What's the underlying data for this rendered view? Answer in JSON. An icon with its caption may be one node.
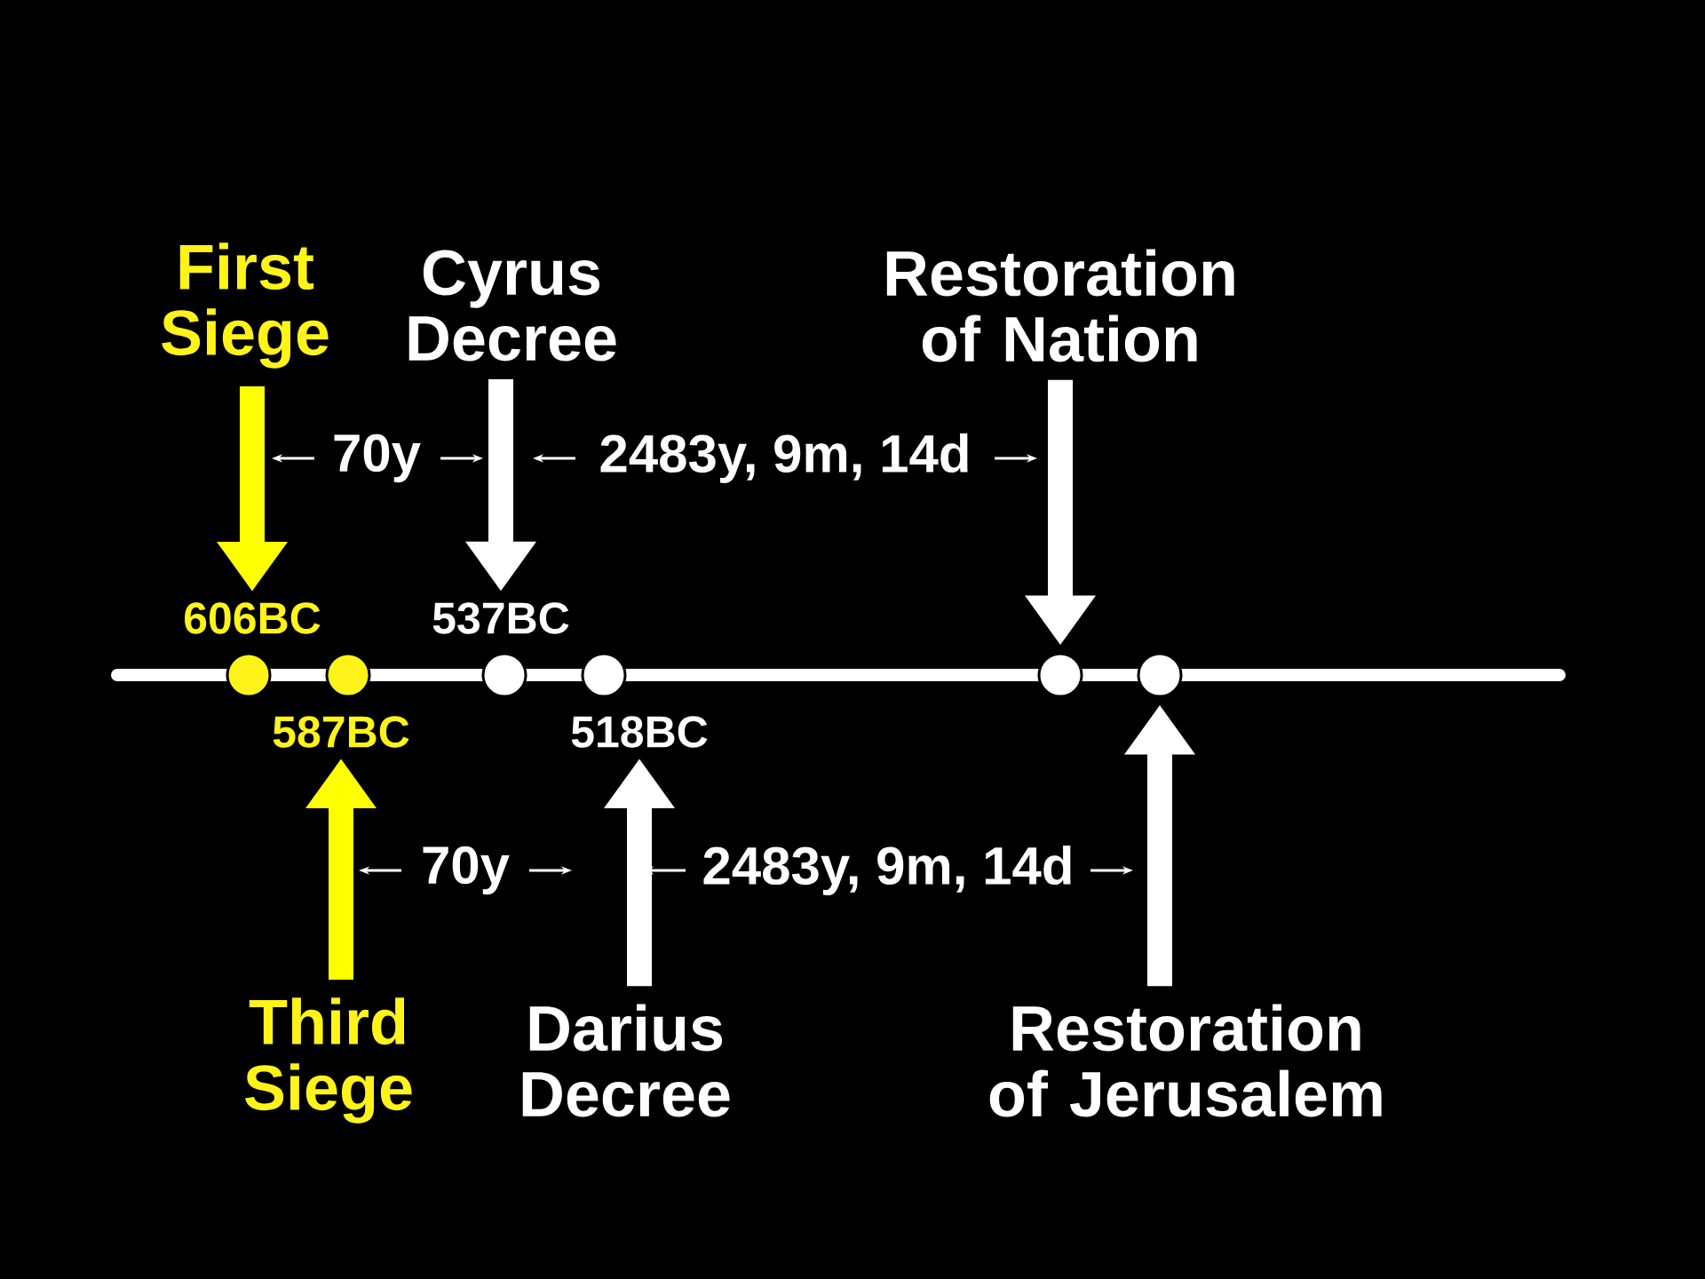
{
  "diagram": {
    "nodes": [
      {
        "text": [
          "First Siege"
        ]
      },
      {
        "text": [
          "Cyrus Decree"
        ]
      },
      {
        "text": [
          "Restoration of Nation"
        ]
      },
      {
        "text": [
          "606BC"
        ]
      },
      {
        "text": [
          "537BC"
        ]
      },
      {
        "text": [],
        "shape": "circle"
      },
      {
        "text": [],
        "shape": "circle"
      },
      {
        "text": [],
        "shape": "circle"
      },
      {
        "text": [],
        "shape": "circle"
      },
      {
        "text": [],
        "shape": "circle"
      },
      {
        "text": [],
        "shape": "circle"
      },
      {
        "text": [
          "587BC"
        ]
      },
      {
        "text": [
          "518BC"
        ]
      },
      {
        "text": [
          "Third Siege"
        ]
      },
      {
        "text": [
          "Darius Decree"
        ]
      },
      {
        "text": [
          "Restoration of Jerusalem"
        ]
      }
    ],
    "edges": [
      {
        "from": 0,
        "to": 3,
        "arrow": "to",
        "color": "#ffff00"
      },
      {
        "from": 1,
        "to": 4,
        "arrow": "to"
      },
      {
        "from": 2,
        "to": 9,
        "arrow": "to"
      },
      {
        "from": 13,
        "to": 11,
        "arrow": "to",
        "color": "#ffff00"
      },
      {
        "from": 14,
        "to": 12,
        "arrow": "to"
      },
      {
        "from": 15,
        "to": 10,
        "arrow": "to"
      }
    ],
    "labels": [
      "70y",
      "2483y, 9m, 14d",
      "70y",
      "2483y, 9m, 14d"
    ]
  }
}
